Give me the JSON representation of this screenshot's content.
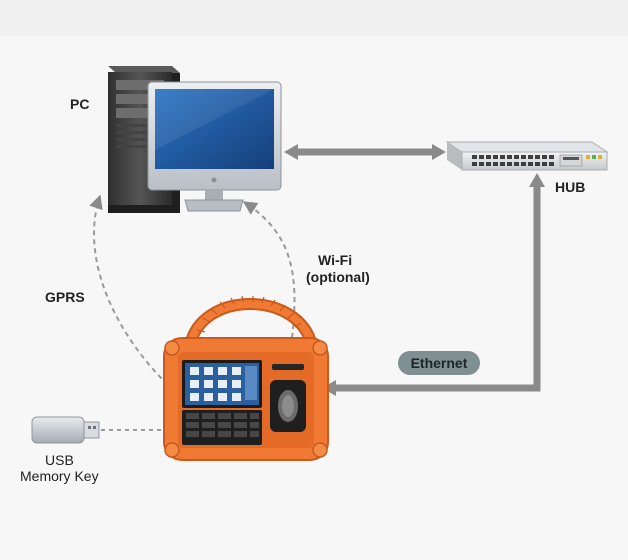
{
  "diagram": {
    "nodes": {
      "pc": {
        "label": "PC"
      },
      "hub": {
        "label": "HUB"
      },
      "usb": {
        "label_line1": "USB",
        "label_line2": "Memory Key"
      }
    },
    "links": {
      "gprs": {
        "label": "GPRS"
      },
      "wifi": {
        "label_line1": "Wi-Fi",
        "label_line2": "(optional)"
      },
      "ethernet": {
        "label": "Ethernet"
      }
    }
  },
  "colors": {
    "device_orange": "#f07a33",
    "device_dark_orange": "#c85a1e",
    "arrow_gray": "#8a8a8a",
    "screen_blue": "#1f5ea8",
    "pill_gray": "#7f8f92"
  },
  "icons": [
    "tower-pc-icon",
    "monitor-icon",
    "network-hub-icon",
    "time-attendance-terminal-icon",
    "usb-stick-icon"
  ]
}
